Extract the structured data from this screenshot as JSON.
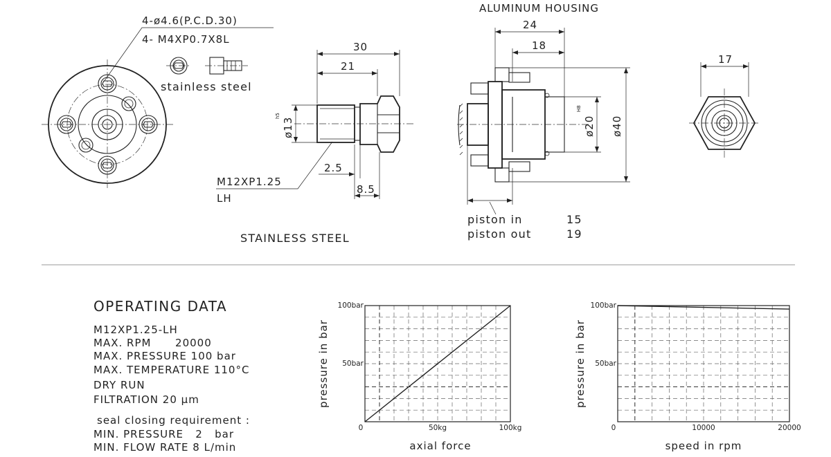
{
  "drawing": {
    "flange_callout_1": "4-ø4.6(P.C.D.30)",
    "flange_callout_2": "4- M4XP0.7X8L",
    "screw_material": "stainless steel",
    "dim_30": "30",
    "dim_21": "21",
    "dim_phi13": "ø13",
    "dim_h5": "h5",
    "dim_2_5": "2.5",
    "dim_8_5": "8.5",
    "thread_callout_1": "M12XP1.25",
    "thread_callout_2": "LH",
    "stainless_caption": "STAINLESS STEEL",
    "housing_title": "ALUMINUM HOUSING",
    "dim_24": "24",
    "dim_18": "18",
    "dim_phi20": "ø20",
    "dim_h8": "H8",
    "dim_phi40": "ø40",
    "piston_in_label": "piston in",
    "piston_in_value": "15",
    "piston_out_label": "piston out",
    "piston_out_value": "19",
    "dim_17": "17"
  },
  "operating": {
    "title": "OPERATING DATA",
    "lines": [
      "M12XP1.25-LH",
      "MAX. RPM      20000",
      "MAX. PRESSURE 100 bar",
      "MAX. TEMPERATURE 110°C",
      "DRY RUN",
      "FILTRATION 20 μm"
    ],
    "seal_title": "seal closing requirement :",
    "seal_lines": [
      "MIN. PRESSURE   2   bar",
      "MIN. FLOW RATE 8 L/min"
    ]
  },
  "chart_data": [
    {
      "type": "line",
      "xlabel": "axial force",
      "ylabel": "pressure in bar",
      "x_ticks": [
        "0",
        "50kg",
        "100kg"
      ],
      "y_ticks": [
        "50bar",
        "100bar"
      ],
      "xlim": [
        0,
        100
      ],
      "ylim": [
        0,
        100
      ],
      "grid": true,
      "series": [
        {
          "x": [
            0,
            100
          ],
          "y": [
            0,
            100
          ]
        }
      ]
    },
    {
      "type": "line",
      "xlabel": "speed in rpm",
      "ylabel": "pressure in bar",
      "x_ticks": [
        "0",
        "10000",
        "20000"
      ],
      "y_ticks": [
        "50bar",
        "100bar"
      ],
      "xlim": [
        0,
        20000
      ],
      "ylim": [
        0,
        100
      ],
      "grid": true,
      "series": [
        {
          "x": [
            0,
            20000
          ],
          "y": [
            100,
            97
          ]
        }
      ]
    }
  ],
  "colors": {
    "ink": "#222222",
    "background": "#ffffff",
    "separator": "#bbbbbb"
  }
}
